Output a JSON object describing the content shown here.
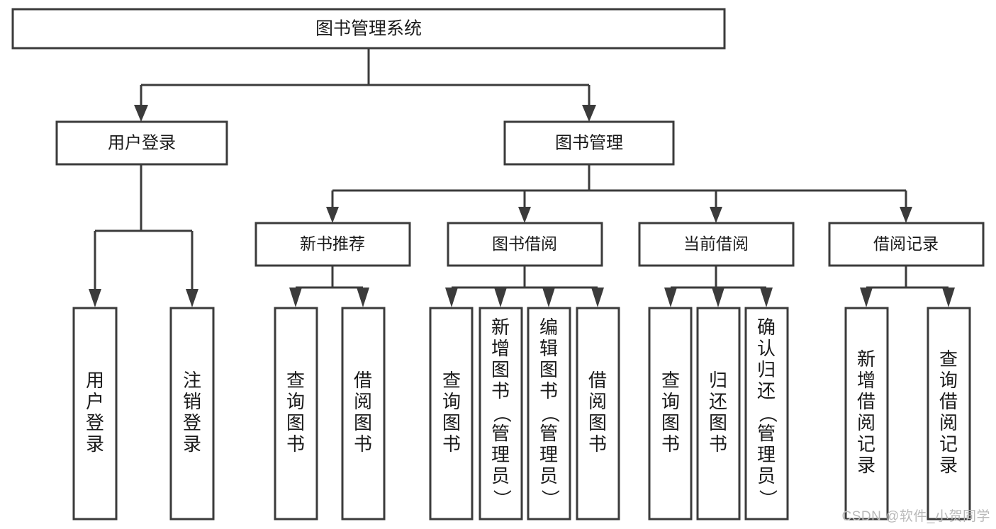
{
  "diagram": {
    "type": "tree-hierarchy",
    "title": "图书管理系统",
    "orientation": "top-down",
    "colors": {
      "stroke": "#3b3b3b",
      "fill": "#ffffff",
      "text": "#1a1a1a",
      "watermark": "#b9b9b9",
      "background": "#ffffff"
    },
    "root": {
      "label": "图书管理系统"
    },
    "level2": [
      {
        "label": "用户登录"
      },
      {
        "label": "图书管理"
      }
    ],
    "level3": [
      {
        "label": "新书推荐"
      },
      {
        "label": "图书借阅"
      },
      {
        "label": "当前借阅"
      },
      {
        "label": "借阅记录"
      }
    ],
    "leaves": {
      "user_login": [
        "用户登录",
        "注销登录"
      ],
      "new_book_recommend": [
        "查询图书",
        "借阅图书"
      ],
      "book_borrow": [
        "查询图书",
        "新增图书（管理员）",
        "编辑图书（管理员）",
        "借阅图书"
      ],
      "current_borrow": [
        "查询图书",
        "归还图书",
        "确认归还（管理员）"
      ],
      "borrow_record": [
        "新增借阅记录",
        "查询借阅记录"
      ]
    }
  },
  "watermark": {
    "text": "CSDN @软件_小贺同学"
  }
}
